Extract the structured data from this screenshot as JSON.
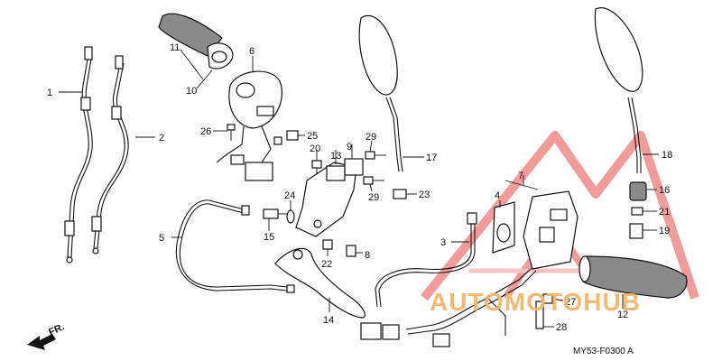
{
  "callouts": [
    {
      "id": "c1",
      "text": "1"
    },
    {
      "id": "c2",
      "text": "2"
    },
    {
      "id": "c3",
      "text": "3"
    },
    {
      "id": "c4",
      "text": "4"
    },
    {
      "id": "c5",
      "text": "5"
    },
    {
      "id": "c6",
      "text": "6"
    },
    {
      "id": "c7",
      "text": "7"
    },
    {
      "id": "c8",
      "text": "8"
    },
    {
      "id": "c9",
      "text": "9"
    },
    {
      "id": "c10",
      "text": "10"
    },
    {
      "id": "c11",
      "text": "11"
    },
    {
      "id": "c12",
      "text": "12"
    },
    {
      "id": "c13",
      "text": "13"
    },
    {
      "id": "c14",
      "text": "14"
    },
    {
      "id": "c15",
      "text": "15"
    },
    {
      "id": "c16",
      "text": "16"
    },
    {
      "id": "c17",
      "text": "17"
    },
    {
      "id": "c18",
      "text": "18"
    },
    {
      "id": "c19",
      "text": "19"
    },
    {
      "id": "c20",
      "text": "20"
    },
    {
      "id": "c21",
      "text": "21"
    },
    {
      "id": "c22",
      "text": "22"
    },
    {
      "id": "c23",
      "text": "23"
    },
    {
      "id": "c24",
      "text": "24"
    },
    {
      "id": "c25",
      "text": "25"
    },
    {
      "id": "c26",
      "text": "26"
    },
    {
      "id": "c27",
      "text": "27"
    },
    {
      "id": "c28",
      "text": "28"
    },
    {
      "id": "c29a",
      "text": "29"
    },
    {
      "id": "c29b",
      "text": "29"
    }
  ],
  "front_marker": "FR.",
  "diagram_code": "MY53-F0300 A",
  "watermark": {
    "text": "AUTOMOTOHUB",
    "color": "#ee3b3b",
    "accent": "#f4b66c"
  }
}
